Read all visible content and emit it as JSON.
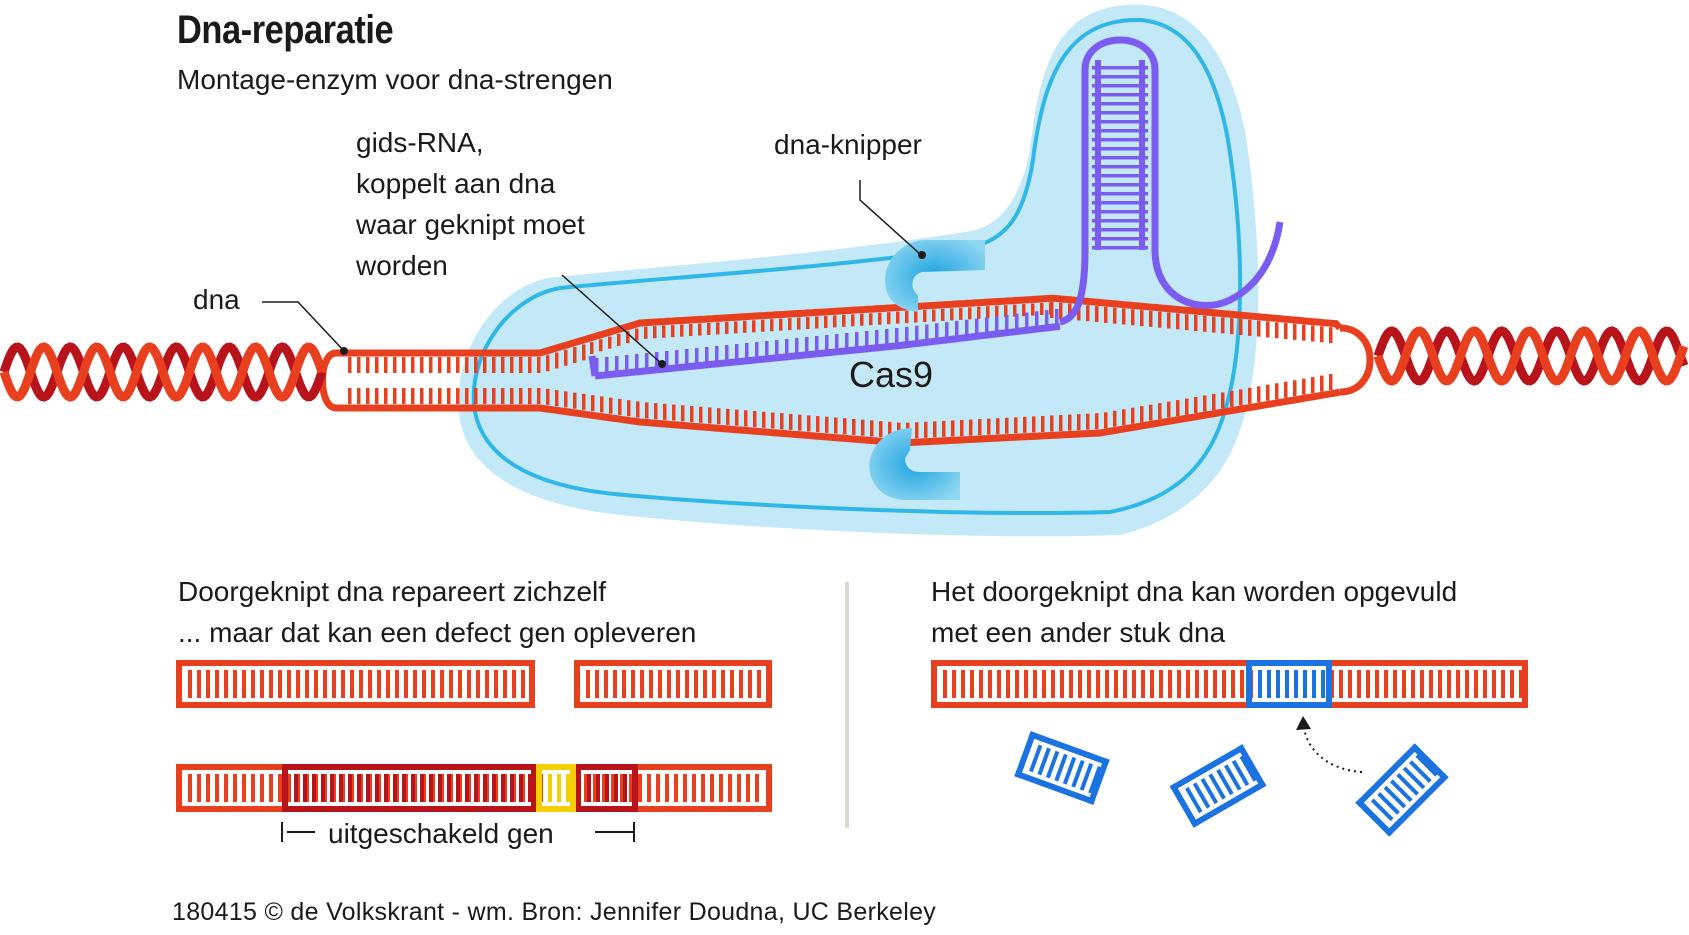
{
  "title": "Dna-reparatie",
  "subtitle": "Montage-enzym voor dna-strengen",
  "labels": {
    "gids_rna": [
      "gids-RNA,",
      "koppelt aan dna",
      "waar geknipt moet",
      "worden"
    ],
    "dna_knipper": "dna-knipper",
    "dna": "dna",
    "cas9": "Cas9"
  },
  "panels": {
    "left": {
      "heading": [
        "Doorgeknipt dna repareert zichzelf",
        "... maar dat kan een defect gen opleveren"
      ],
      "bracket_label": "uitgeschakeld gen"
    },
    "right": {
      "heading": [
        "Het doorgeknipt dna kan worden opgevuld",
        "met een ander stuk dna"
      ]
    }
  },
  "footer": "180415 © de Volkskrant - wm. Bron: Jennifer Doudna, UC Berkeley",
  "colors": {
    "dna_strand": "#e8401f",
    "dna_dark": "#b8121b",
    "guide_rna": "#7b5cf0",
    "cas9_fill": "#c3e8f7",
    "cas9_outline": "#2fb7e8",
    "replacement_dna": "#1a73e0",
    "defect_marker": "#f5d000",
    "divider": "#d8d8cc"
  }
}
